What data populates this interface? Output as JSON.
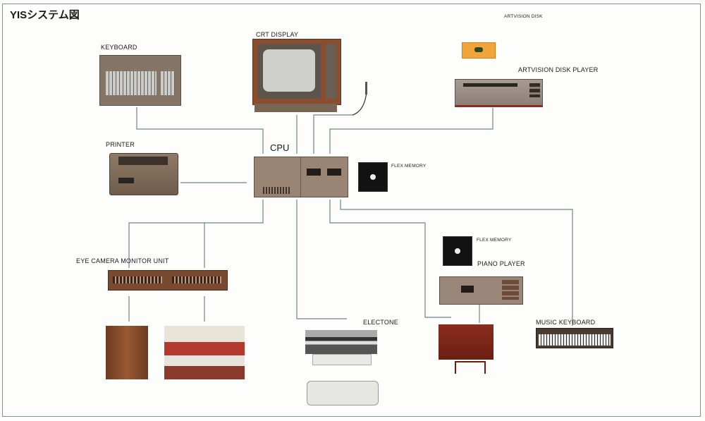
{
  "title": "YISシステム図",
  "components": {
    "keyboard": "KEYBOARD",
    "crt_display": "CRT DISPLAY",
    "artvision_disk": "ARTVISION DISK",
    "artvision_disk_player": "ARTVISION DISK PLAYER",
    "printer": "PRINTER",
    "cpu": "CPU",
    "flex_memory": "FLEX MEMORY",
    "eye_camera_monitor_unit": "EYE CAMERA MONITOR UNIT",
    "electone": "ELECTONE",
    "flex_memory_2": "FLEX MEMORY",
    "piano_player": "PIANO PLAYER",
    "music_keyboard": "MUSIC KEYBOARD"
  }
}
